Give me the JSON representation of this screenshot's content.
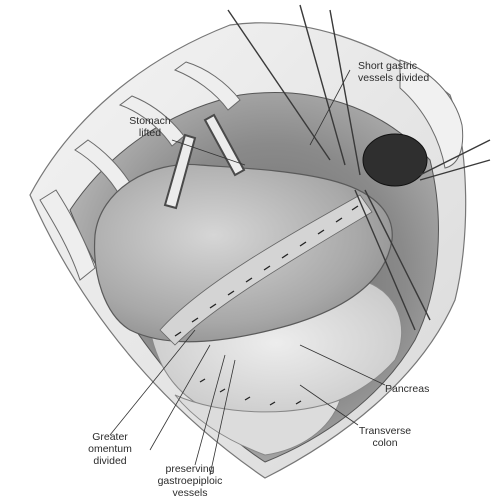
{
  "labels": {
    "short_gastric": [
      "Short gastric",
      "vessels divided"
    ],
    "stomach": [
      "Stomach",
      "lifted"
    ],
    "pancreas": "Pancreas",
    "transverse": [
      "Transverse",
      "colon"
    ],
    "greater": [
      "Greater",
      "omentum",
      "divided"
    ],
    "preserving": [
      "preserving",
      "gastroepiploic",
      "vessels"
    ]
  }
}
